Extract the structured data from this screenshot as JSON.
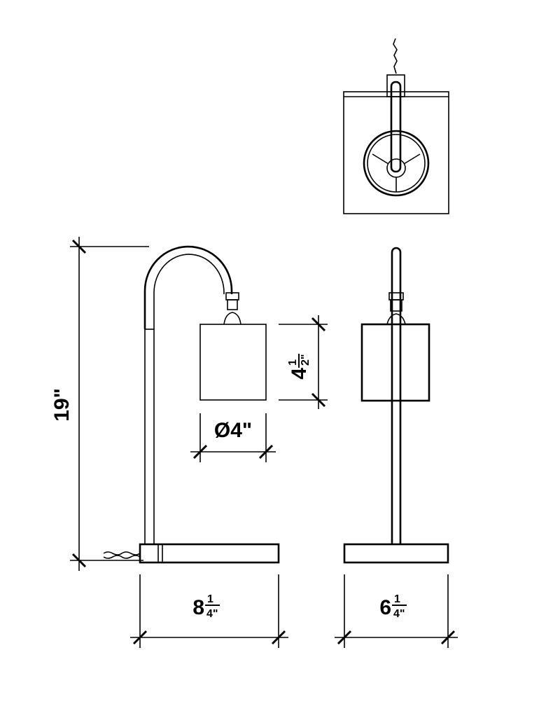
{
  "drawing": {
    "height_dim": {
      "whole": "19\""
    },
    "shade_height_dim": {
      "whole": "4",
      "num": "1",
      "den": "2\""
    },
    "shade_diameter_dim": {
      "whole": "Ø4\""
    },
    "side_base_dim": {
      "whole": "8",
      "num": "1",
      "den": "4\""
    },
    "front_base_dim": {
      "whole": "6",
      "num": "1",
      "den": "4\""
    }
  }
}
